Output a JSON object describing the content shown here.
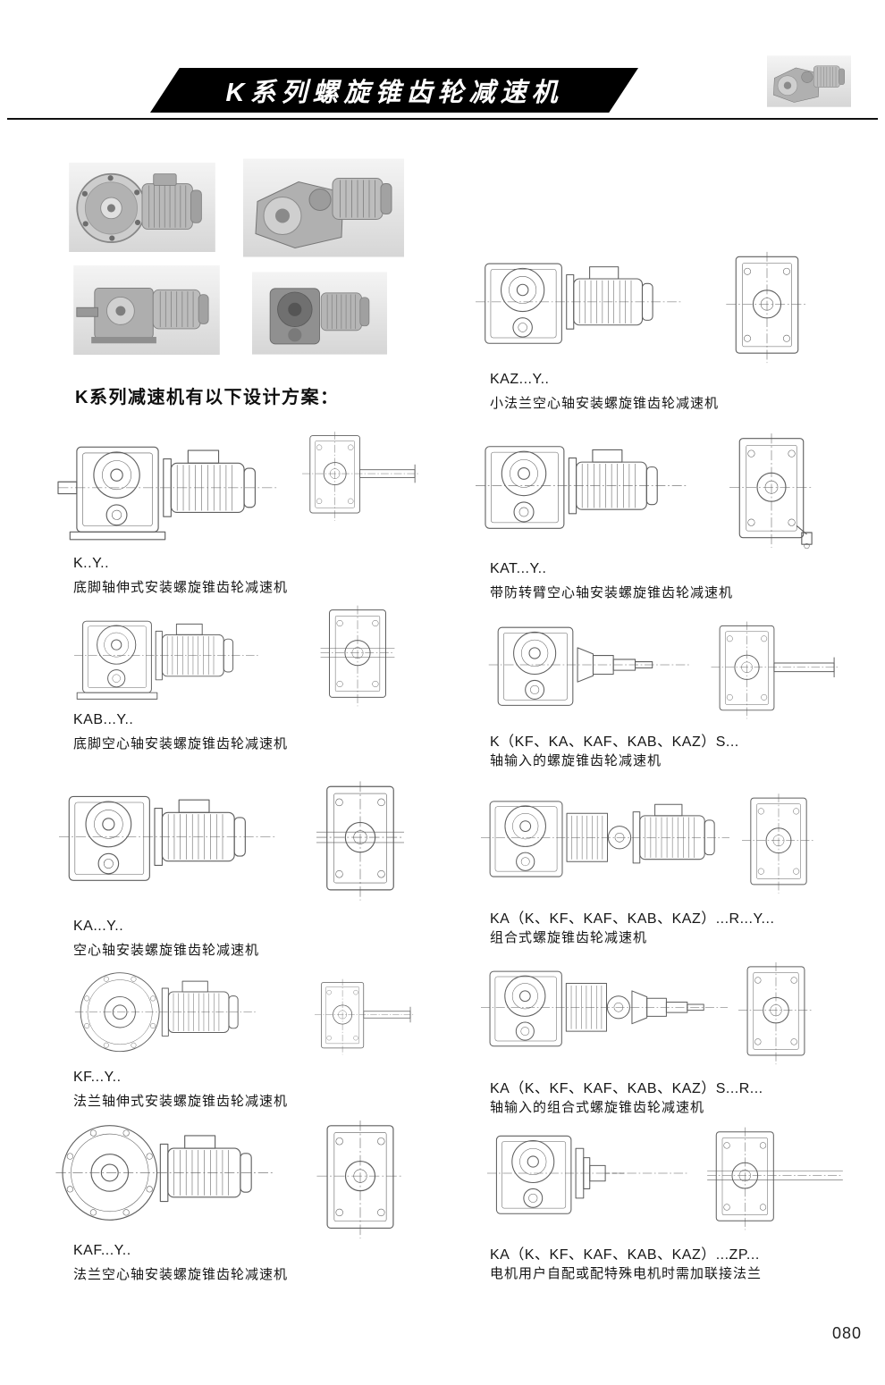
{
  "header": {
    "title": "K系列螺旋锥齿轮减速机"
  },
  "intro": "K系列减速机有以下设计方案：",
  "page_number": "080",
  "entries_left": [
    {
      "code": "K..Y..",
      "desc": "底脚轴伸式安装螺旋锥齿轮减速机"
    },
    {
      "code": "KAB...Y..",
      "desc": "底脚空心轴安装螺旋锥齿轮减速机"
    },
    {
      "code": "KA...Y..",
      "desc": "空心轴安装螺旋锥齿轮减速机"
    },
    {
      "code": "KF...Y..",
      "desc": "法兰轴伸式安装螺旋锥齿轮减速机"
    },
    {
      "code": "KAF...Y..",
      "desc": "法兰空心轴安装螺旋锥齿轮减速机"
    }
  ],
  "entries_right": [
    {
      "code": "KAZ...Y..",
      "desc": "小法兰空心轴安装螺旋锥齿轮减速机"
    },
    {
      "code": "KAT...Y..",
      "desc": "带防转臂空心轴安装螺旋锥齿轮减速机"
    },
    {
      "code": "K（KF、KA、KAF、KAB、KAZ）S...",
      "desc": "轴输入的螺旋锥齿轮减速机"
    },
    {
      "code": "KA（K、KF、KAF、KAB、KAZ）...R...Y...",
      "desc": "组合式螺旋锥齿轮减速机"
    },
    {
      "code": "KA（K、KF、KAF、KAB、KAZ）S...R...",
      "desc": "轴输入的组合式螺旋锥齿轮减速机"
    },
    {
      "code": "KA（K、KF、KAF、KAB、KAZ）...ZP...",
      "desc": "电机用户自配或配特殊电机时需加联接法兰"
    }
  ]
}
